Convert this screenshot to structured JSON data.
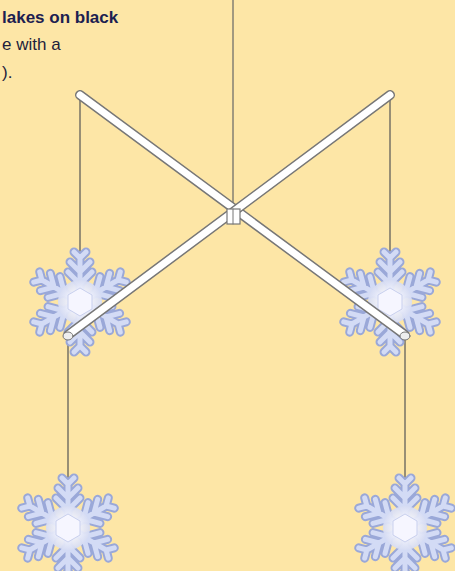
{
  "diagram": {
    "labels": [
      "lakes on black",
      "e with a",
      ")."
    ]
  }
}
